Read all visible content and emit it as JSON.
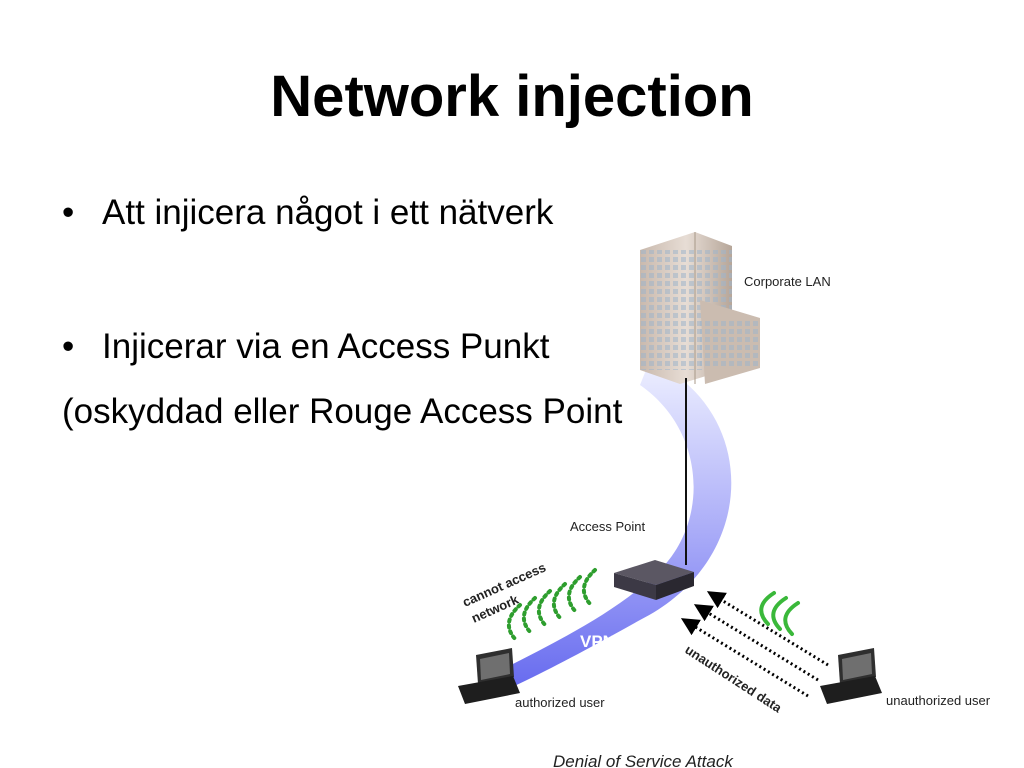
{
  "slide": {
    "title": "Network injection",
    "bullets": [
      "Att injicera något i ett nätverk",
      "Injicerar via en Access Punkt",
      "(oskyddad eller Rouge Access Point"
    ],
    "bullet_marker": "•"
  },
  "diagram": {
    "corporate_lan": "Corporate LAN",
    "access_point": "Access Point",
    "vpn": "VPN",
    "cannot_access_line1": "cannot access",
    "cannot_access_line2": "network",
    "unauthorized_data": "unauthorized data",
    "authorized_user": "authorized user",
    "unauthorized_user": "unauthorized user",
    "caption": "Denial of Service Attack",
    "colors": {
      "vpn_tunnel": "#6f73f2",
      "blocked_signal": "#2e9e2e",
      "attack_signal": "#3ab83a"
    }
  }
}
